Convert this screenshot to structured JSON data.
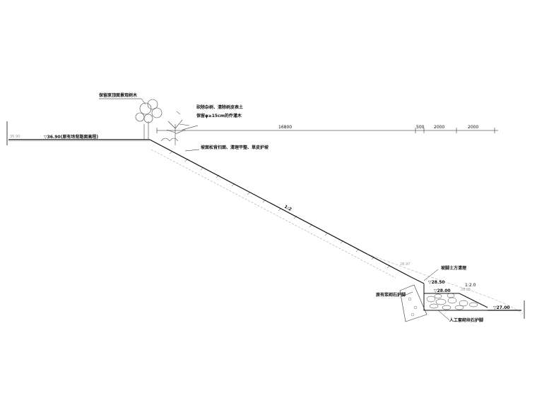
{
  "annotations": {
    "preserve_trees": "保留原顶面景观树木",
    "clear_vegetation_line1": "砍除杂树、清除树皮表土",
    "clear_vegetation_line2": "保留φ≥15cm的乔灌木",
    "slope_treatment": "坡面松背扫面、清理平整、草皮护坡",
    "top_elevation": "▽36.90(原有场背路面高程)",
    "slope_ratio_main": "1:2",
    "slope_ratio_toe": "1:2.0",
    "backfill": "坡脚土方清理",
    "existing_footing": "原有浆砌石护脚",
    "riprap": "人工套砌块石护脚",
    "elev_28_50": "▽28.50",
    "elev_28_00": "▽28.00",
    "elev_27_00": "▽27.00"
  },
  "dimensions": {
    "d1": "16800",
    "d2": "500",
    "d3": "2000",
    "d4": "2000"
  },
  "faint_labels": {
    "left_elev": "36.90",
    "slope_a": "28.97",
    "slope_b": "28.05"
  },
  "colors": {
    "line": "#111111",
    "faint": "#9a9a9a"
  }
}
